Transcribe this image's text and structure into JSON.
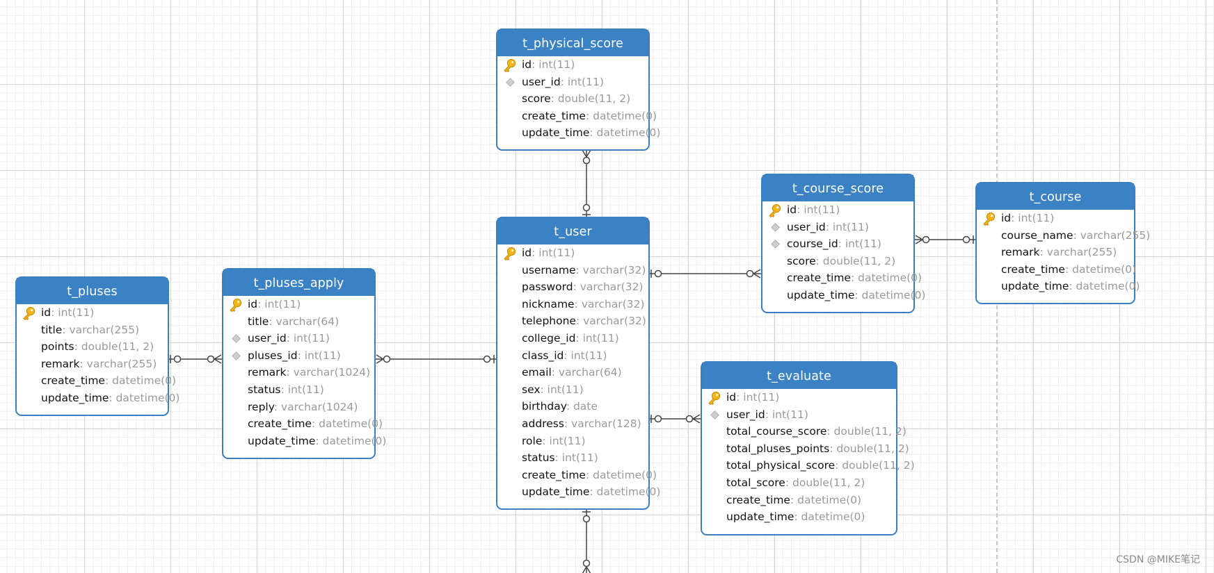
{
  "tables": {
    "physical_score": {
      "name": "t_physical_score",
      "cols": [
        {
          "n": "id",
          "t": ": int(11)",
          "key": "pk"
        },
        {
          "n": "user_id",
          "t": ": int(11)",
          "key": "fk"
        },
        {
          "n": "score",
          "t": ": double(11, 2)",
          "key": ""
        },
        {
          "n": "create_time",
          "t": ": datetime(0)",
          "key": ""
        },
        {
          "n": "update_time",
          "t": ": datetime(0)",
          "key": ""
        }
      ]
    },
    "user": {
      "name": "t_user",
      "cols": [
        {
          "n": "id",
          "t": ": int(11)",
          "key": "pk"
        },
        {
          "n": "username",
          "t": ": varchar(32)",
          "key": ""
        },
        {
          "n": "password",
          "t": ": varchar(32)",
          "key": ""
        },
        {
          "n": "nickname",
          "t": ": varchar(32)",
          "key": ""
        },
        {
          "n": "telephone",
          "t": ": varchar(32)",
          "key": ""
        },
        {
          "n": "college_id",
          "t": ": int(11)",
          "key": ""
        },
        {
          "n": "class_id",
          "t": ": int(11)",
          "key": ""
        },
        {
          "n": "email",
          "t": ": varchar(64)",
          "key": ""
        },
        {
          "n": "sex",
          "t": ": int(11)",
          "key": ""
        },
        {
          "n": "birthday",
          "t": ": date",
          "key": ""
        },
        {
          "n": "address",
          "t": ": varchar(128)",
          "key": ""
        },
        {
          "n": "role",
          "t": ": int(11)",
          "key": ""
        },
        {
          "n": "status",
          "t": ": int(11)",
          "key": ""
        },
        {
          "n": "create_time",
          "t": ": datetime(0)",
          "key": ""
        },
        {
          "n": "update_time",
          "t": ": datetime(0)",
          "key": ""
        }
      ]
    },
    "course_score": {
      "name": "t_course_score",
      "cols": [
        {
          "n": "id",
          "t": ": int(11)",
          "key": "pk"
        },
        {
          "n": "user_id",
          "t": ": int(11)",
          "key": "fk"
        },
        {
          "n": "course_id",
          "t": ": int(11)",
          "key": "fk"
        },
        {
          "n": "score",
          "t": ": double(11, 2)",
          "key": ""
        },
        {
          "n": "create_time",
          "t": ": datetime(0)",
          "key": ""
        },
        {
          "n": "update_time",
          "t": ": datetime(0)",
          "key": ""
        }
      ]
    },
    "course": {
      "name": "t_course",
      "cols": [
        {
          "n": "id",
          "t": ": int(11)",
          "key": "pk"
        },
        {
          "n": "course_name",
          "t": ": varchar(255)",
          "key": ""
        },
        {
          "n": "remark",
          "t": ": varchar(255)",
          "key": ""
        },
        {
          "n": "create_time",
          "t": ": datetime(0)",
          "key": ""
        },
        {
          "n": "update_time",
          "t": ": datetime(0)",
          "key": ""
        }
      ]
    },
    "pluses": {
      "name": "t_pluses",
      "cols": [
        {
          "n": "id",
          "t": ": int(11)",
          "key": "pk"
        },
        {
          "n": "title",
          "t": ": varchar(255)",
          "key": ""
        },
        {
          "n": "points",
          "t": ": double(11, 2)",
          "key": ""
        },
        {
          "n": "remark",
          "t": ": varchar(255)",
          "key": ""
        },
        {
          "n": "create_time",
          "t": ": datetime(0)",
          "key": ""
        },
        {
          "n": "update_time",
          "t": ": datetime(0)",
          "key": ""
        }
      ]
    },
    "pluses_apply": {
      "name": "t_pluses_apply",
      "cols": [
        {
          "n": "id",
          "t": ": int(11)",
          "key": "pk"
        },
        {
          "n": "title",
          "t": ": varchar(64)",
          "key": ""
        },
        {
          "n": "user_id",
          "t": ": int(11)",
          "key": "fk"
        },
        {
          "n": "pluses_id",
          "t": ": int(11)",
          "key": "fk"
        },
        {
          "n": "remark",
          "t": ": varchar(1024)",
          "key": ""
        },
        {
          "n": "status",
          "t": ": int(11)",
          "key": ""
        },
        {
          "n": "reply",
          "t": ": varchar(1024)",
          "key": ""
        },
        {
          "n": "create_time",
          "t": ": datetime(0)",
          "key": ""
        },
        {
          "n": "update_time",
          "t": ": datetime(0)",
          "key": ""
        }
      ]
    },
    "evaluate": {
      "name": "t_evaluate",
      "cols": [
        {
          "n": "id",
          "t": ": int(11)",
          "key": "pk"
        },
        {
          "n": "user_id",
          "t": ": int(11)",
          "key": "fk"
        },
        {
          "n": "total_course_score",
          "t": ": double(11, 2)",
          "key": ""
        },
        {
          "n": "total_pluses_points",
          "t": ": double(11, 2)",
          "key": ""
        },
        {
          "n": "total_physical_score",
          "t": ": double(11, 2)",
          "key": ""
        },
        {
          "n": "total_score",
          "t": ": double(11, 2)",
          "key": ""
        },
        {
          "n": "create_time",
          "t": ": datetime(0)",
          "key": ""
        },
        {
          "n": "update_time",
          "t": ": datetime(0)",
          "key": ""
        }
      ]
    }
  },
  "colors": {
    "header": "#3a82c4",
    "border": "#3a7fc1",
    "type_text": "#9a9a9a",
    "line": "#444444"
  },
  "watermark": "CSDN @MIKE笔记"
}
